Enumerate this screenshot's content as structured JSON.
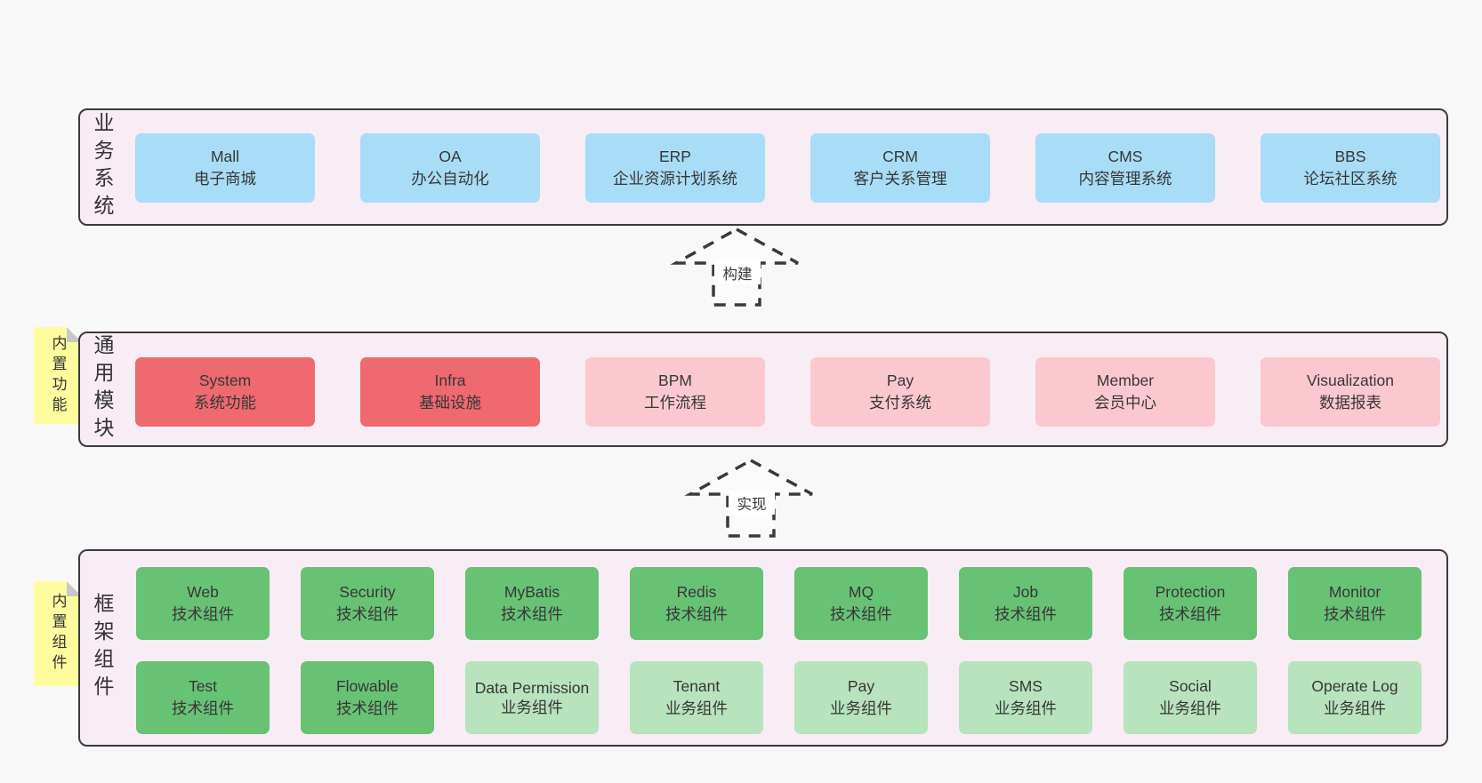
{
  "colors": {
    "page_bg": "#f8f8f8",
    "panel_bg": "#f8ecf5",
    "panel_border": "#3b3b3b",
    "blue_box": "#a8dcf7",
    "red_box": "#ee6a6e",
    "pink_box": "#fbc8d0",
    "green_box": "#68c274",
    "light_green_box": "#b7e3bd",
    "sticky_yellow": "#fdfd9f",
    "sticky_fold_gray": "#c8c8c8",
    "text": "#3a3a3a"
  },
  "sections": [
    {
      "label": "业务系统",
      "boxes": [
        {
          "title": "Mall",
          "subtitle": "电子商城"
        },
        {
          "title": "OA",
          "subtitle": "办公自动化"
        },
        {
          "title": "ERP",
          "subtitle": "企业资源计划系统"
        },
        {
          "title": "CRM",
          "subtitle": "客户关系管理"
        },
        {
          "title": "CMS",
          "subtitle": "内容管理系统"
        },
        {
          "title": "BBS",
          "subtitle": "论坛社区系统"
        }
      ]
    },
    {
      "label": "通用模块",
      "sticky": "内置功能",
      "boxes": [
        {
          "title": "System",
          "subtitle": "系统功能"
        },
        {
          "title": "Infra",
          "subtitle": "基础设施"
        },
        {
          "title": "BPM",
          "subtitle": "工作流程"
        },
        {
          "title": "Pay",
          "subtitle": "支付系统"
        },
        {
          "title": "Member",
          "subtitle": "会员中心"
        },
        {
          "title": "Visualization",
          "subtitle": "数据报表"
        }
      ]
    },
    {
      "label": "框架组件",
      "sticky": "内置组件",
      "rows": [
        [
          {
            "title": "Web",
            "subtitle": "技术组件"
          },
          {
            "title": "Security",
            "subtitle": "技术组件"
          },
          {
            "title": "MyBatis",
            "subtitle": "技术组件"
          },
          {
            "title": "Redis",
            "subtitle": "技术组件"
          },
          {
            "title": "MQ",
            "subtitle": "技术组件"
          },
          {
            "title": "Job",
            "subtitle": "技术组件"
          },
          {
            "title": "Protection",
            "subtitle": "技术组件"
          },
          {
            "title": "Monitor",
            "subtitle": "技术组件"
          }
        ],
        [
          {
            "title": "Test",
            "subtitle": "技术组件"
          },
          {
            "title": "Flowable",
            "subtitle": "技术组件"
          },
          {
            "title": "Data Permission",
            "subtitle": "业务组件"
          },
          {
            "title": "Tenant",
            "subtitle": "业务组件"
          },
          {
            "title": "Pay",
            "subtitle": "业务组件"
          },
          {
            "title": "SMS",
            "subtitle": "业务组件"
          },
          {
            "title": "Social",
            "subtitle": "业务组件"
          },
          {
            "title": "Operate Log",
            "subtitle": "业务组件"
          }
        ]
      ]
    }
  ],
  "arrows": [
    {
      "label": "构建"
    },
    {
      "label": "实现"
    }
  ]
}
